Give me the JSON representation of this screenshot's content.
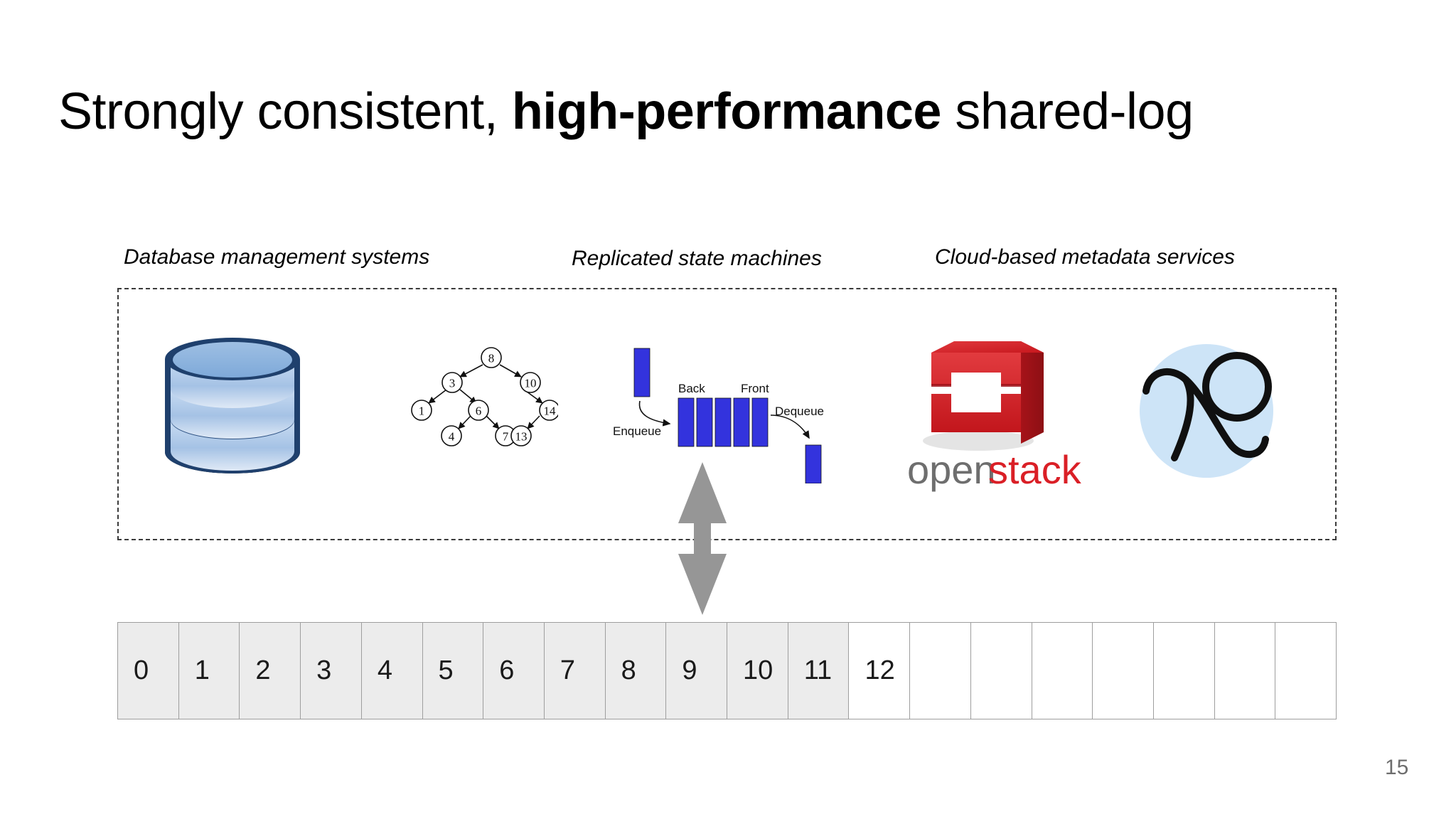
{
  "slide": {
    "title_part1": "Strongly consistent, ",
    "title_bold": "high-performance",
    "title_part2": " shared-log",
    "page_number": "15"
  },
  "categories": [
    {
      "id": "dbms",
      "label": "Database management systems"
    },
    {
      "id": "rsm",
      "label": "Replicated state machines"
    },
    {
      "id": "cloud",
      "label": "Cloud-based metadata services"
    }
  ],
  "systems": {
    "database_icon": "database-cylinder-icon",
    "binary_tree": {
      "icon": "binary-search-tree-icon",
      "nodes": [
        "8",
        "3",
        "10",
        "1",
        "6",
        "14",
        "4",
        "7",
        "13"
      ],
      "root": "8",
      "edges": [
        [
          "8",
          "3"
        ],
        [
          "8",
          "10"
        ],
        [
          "3",
          "1"
        ],
        [
          "3",
          "6"
        ],
        [
          "6",
          "4"
        ],
        [
          "6",
          "7"
        ],
        [
          "10",
          "14"
        ],
        [
          "14",
          "13"
        ]
      ]
    },
    "queue": {
      "icon": "queue-diagram-icon",
      "back_label": "Back",
      "front_label": "Front",
      "enqueue_label": "Enqueue",
      "dequeue_label": "Dequeue",
      "cell_count": 5,
      "cell_color": "#3333dd"
    },
    "openstack": {
      "icon": "openstack-logo-icon",
      "word_open": "open",
      "word_stack": "stack",
      "open_color": "#6e6e6e",
      "stack_color": "#da1f26",
      "cube_color": "#d62027"
    },
    "zookeeper": {
      "icon": "zookeeper-logo-icon",
      "circle_color": "#cde4f7",
      "glyph_color": "#101010"
    }
  },
  "sync_arrow": {
    "icon": "double-headed-arrow-icon",
    "color": "#969696"
  },
  "log": {
    "total_cells": 20,
    "cells": [
      {
        "label": "0",
        "filled": true
      },
      {
        "label": "1",
        "filled": true
      },
      {
        "label": "2",
        "filled": true
      },
      {
        "label": "3",
        "filled": true
      },
      {
        "label": "4",
        "filled": true
      },
      {
        "label": "5",
        "filled": true
      },
      {
        "label": "6",
        "filled": true
      },
      {
        "label": "7",
        "filled": true
      },
      {
        "label": "8",
        "filled": true
      },
      {
        "label": "9",
        "filled": true
      },
      {
        "label": "10",
        "filled": true
      },
      {
        "label": "11",
        "filled": true
      },
      {
        "label": "12",
        "filled": false
      },
      {
        "label": "",
        "filled": false
      },
      {
        "label": "",
        "filled": false
      },
      {
        "label": "",
        "filled": false
      },
      {
        "label": "",
        "filled": false
      },
      {
        "label": "",
        "filled": false
      },
      {
        "label": "",
        "filled": false
      },
      {
        "label": "",
        "filled": false
      }
    ]
  },
  "colors": {
    "box_border": "#3b3b3b",
    "cell_border": "#9e9e9e",
    "cell_fill": "#ececec",
    "page_number": "#6e6e6e"
  }
}
